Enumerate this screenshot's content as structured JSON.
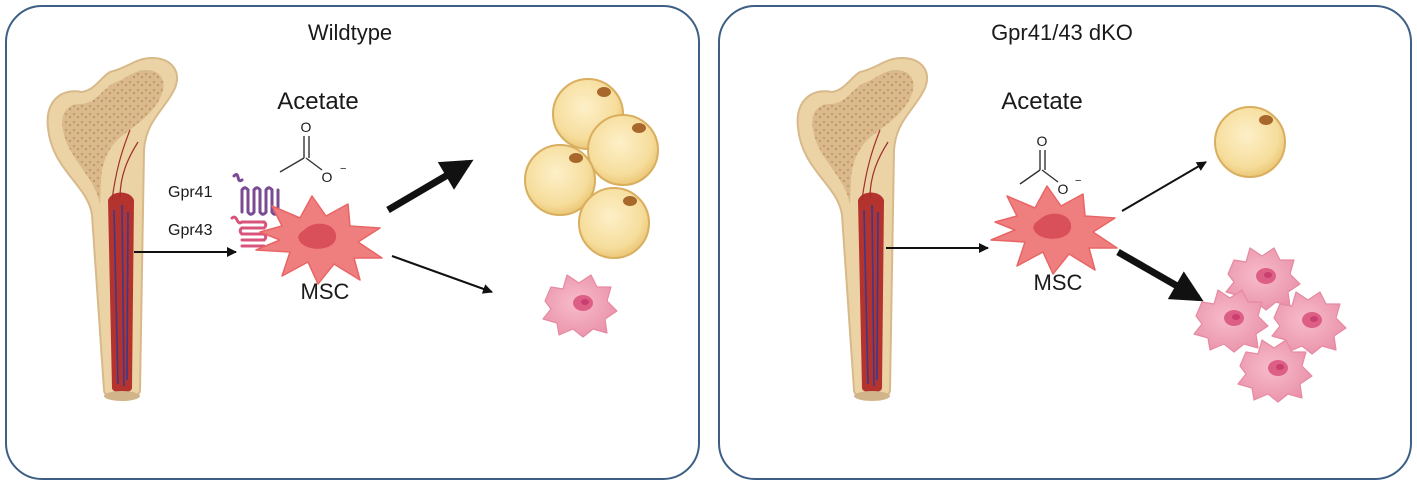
{
  "panels": [
    {
      "title": "Wildtype",
      "molecule": "Acetate",
      "cell_label": "MSC",
      "receptors": [
        "Gpr41",
        "Gpr43"
      ]
    },
    {
      "title": "Gpr41/43 dKO",
      "molecule": "Acetate",
      "cell_label": "MSC"
    }
  ],
  "atoms": {
    "oxygen": "O",
    "charge": "−"
  },
  "colors": {
    "panel_border": "#3d5f86",
    "bone": "#e8cc9a",
    "marrow": "#b5332e",
    "msc": "#ef7f7f",
    "adipocyte": "#f7e0a1",
    "osteoblast": "#f2a2b8",
    "gpr41": "#7b4a93",
    "gpr43": "#d9547c"
  },
  "icons": [
    "femur-bone",
    "acetate-molecule",
    "msc-cell",
    "adipocyte",
    "osteoblast",
    "receptor"
  ]
}
